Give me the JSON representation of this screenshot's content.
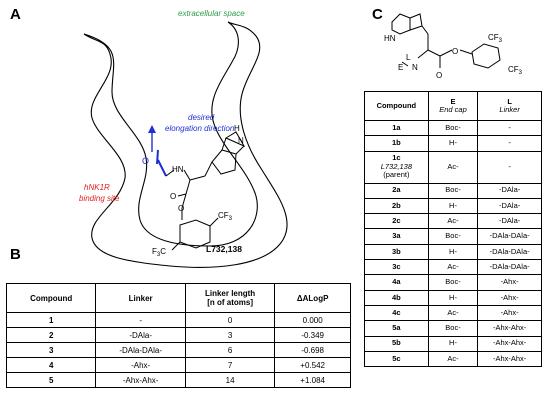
{
  "panels": {
    "a": "A",
    "b": "B",
    "c": "C"
  },
  "panel_a": {
    "extracellular": "extracellular space",
    "binding_site_line1": "hNK1R",
    "binding_site_line2": "binding site",
    "direction_line1": "desired",
    "direction_line2": "elongation direction",
    "compound": "L732,138",
    "atom_nh_indole": "H",
    "atom_n_indole": "N",
    "atom_hn": "HN",
    "atom_o1": "O",
    "atom_o2": "O",
    "group_cf3_right": "CF",
    "group_f3c_left": "F",
    "sub3": "3",
    "c_letter": "C",
    "colors": {
      "green": "#2e9e4a",
      "blue": "#1f2fd6",
      "red": "#e02020"
    }
  },
  "panel_c_structure": {
    "hn": "HN",
    "e": "E",
    "l": "L",
    "n": "N",
    "o": "O",
    "o2": "O",
    "cf": "CF",
    "sub3": "3"
  },
  "table_b": {
    "headers": [
      "Compound",
      "Linker",
      "Linker length",
      "[n of atoms]",
      "ΔALogP"
    ],
    "rows": [
      [
        "1",
        "-",
        "0",
        "0.000"
      ],
      [
        "2",
        "-DAla-",
        "3",
        "-0.349"
      ],
      [
        "3",
        "-DAla-DAla-",
        "6",
        "-0.698"
      ],
      [
        "4",
        "-Ahx-",
        "7",
        "+0.542"
      ],
      [
        "5",
        "-Ahx-Ahx-",
        "14",
        "+1.084"
      ]
    ]
  },
  "table_c": {
    "headers": {
      "compound": "Compound",
      "e": "E",
      "e_sub": "End cap",
      "l": "L",
      "l_sub": "Linker"
    },
    "parent_row": {
      "id": "1c",
      "name": "L732,138",
      "tag": "(parent)",
      "e": "Ac-",
      "l": "-"
    },
    "rows_top": [
      [
        "1a",
        "Boc-",
        "-"
      ],
      [
        "1b",
        "H-",
        "-"
      ]
    ],
    "rows": [
      [
        "2a",
        "Boc-",
        "-DAla-"
      ],
      [
        "2b",
        "H-",
        "-DAla-"
      ],
      [
        "2c",
        "Ac-",
        "-DAla-"
      ],
      [
        "3a",
        "Boc-",
        "-DAla-DAla-"
      ],
      [
        "3b",
        "H-",
        "-DAla-DAla-"
      ],
      [
        "3c",
        "Ac-",
        "-DAla-DAla-"
      ],
      [
        "4a",
        "Boc-",
        "-Ahx-"
      ],
      [
        "4b",
        "H-",
        "-Ahx-"
      ],
      [
        "4c",
        "Ac-",
        "-Ahx-"
      ],
      [
        "5a",
        "Boc-",
        "-Ahx-Ahx-"
      ],
      [
        "5b",
        "H-",
        "-Ahx-Ahx-"
      ],
      [
        "5c",
        "Ac-",
        "-Ahx-Ahx-"
      ]
    ]
  }
}
